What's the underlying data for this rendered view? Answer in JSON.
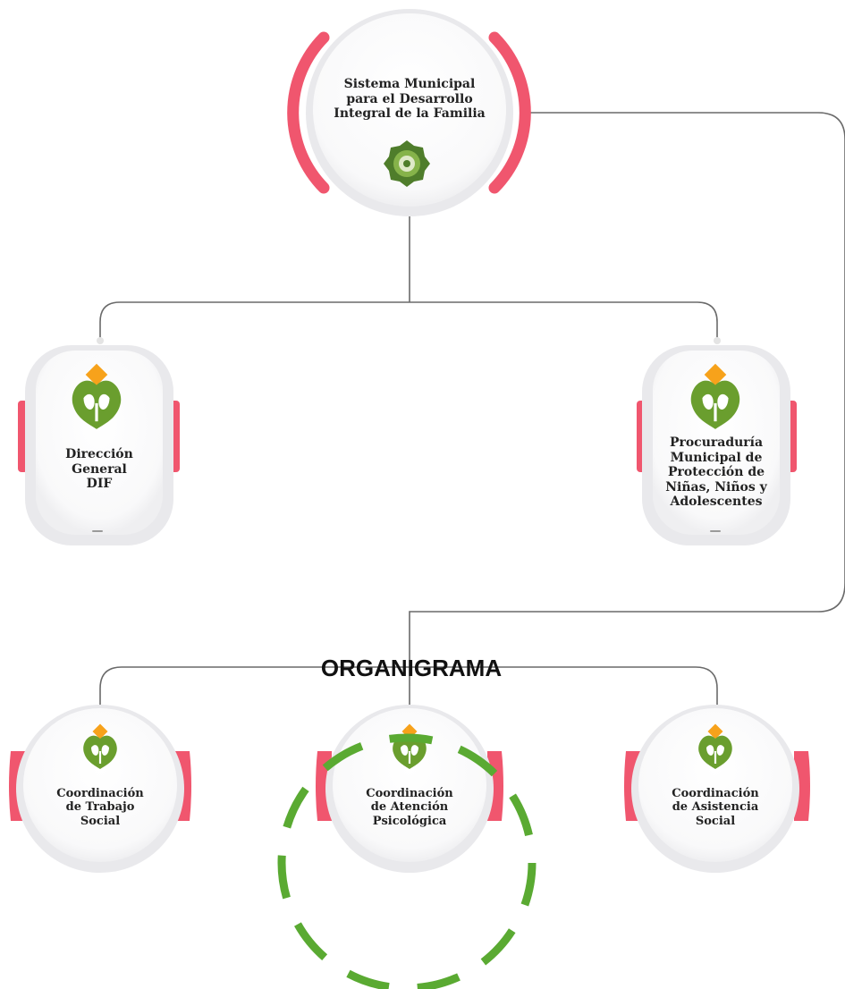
{
  "colors": {
    "accent": "#f0566e",
    "logo_green": "#6a9e2e",
    "logo_orange": "#f7a21b",
    "highlight_green": "#5aaa32",
    "connector": "#6a6a6a"
  },
  "root": {
    "lines": [
      "Sistema Municipal",
      "para el Desarrollo",
      "Integral de la Familia"
    ],
    "icon": "dif-seal-icon"
  },
  "level2": [
    {
      "lines": [
        "Dirección",
        "General",
        "DIF"
      ],
      "icon": "dif-logo-icon"
    },
    {
      "lines": [
        "Procuraduría",
        "Municipal de",
        "Protección de",
        "Niñas, Niños y",
        "Adolescentes"
      ],
      "icon": "dif-logo-icon"
    }
  ],
  "level3": [
    {
      "lines": [
        "Coordinación",
        "de Trabajo",
        "Social"
      ],
      "icon": "dif-logo-icon"
    },
    {
      "lines": [
        "Coordinación",
        "de Atención",
        "Psicológica"
      ],
      "icon": "dif-logo-icon"
    },
    {
      "lines": [
        "Coordinación",
        "de Asistencia",
        "Social"
      ],
      "icon": "dif-logo-icon"
    }
  ],
  "highlight": {
    "label": "ORGANIGRAMA"
  }
}
